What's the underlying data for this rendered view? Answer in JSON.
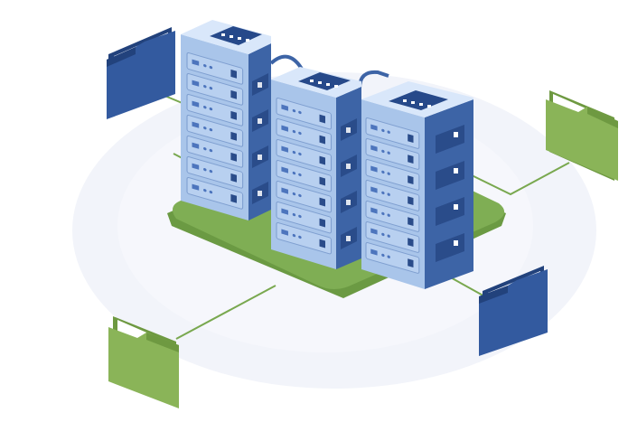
{
  "scene": {
    "subject": "isometric-server-racks",
    "rack_count": 3,
    "folder_count": 4,
    "icons": [
      "server-rack-icon",
      "folder-icon",
      "connector-line"
    ]
  },
  "colors": {
    "background": "#ffffff",
    "halo": "#f2f4fa",
    "platform": "#7fae54",
    "platform_shadow": "#6b9a43",
    "connector": "#79a84f",
    "rack_top": "#d9e7fa",
    "rack_front": "#a9c5ea",
    "rack_side": "#3d64a6",
    "rack_side_dark": "#2a4c8a",
    "rack_top_panel": "#26498a",
    "unit_face": "#b8d0f0",
    "unit_border": "#7f9fd0",
    "led_blue": "#4d75bd",
    "led_red": "#e88d8d",
    "folder_blue": "#335a9f",
    "folder_blue_dark": "#22427c",
    "folder_green": "#8ab458",
    "folder_green_dark": "#6e9941",
    "folder_paper": "#ffffff"
  }
}
